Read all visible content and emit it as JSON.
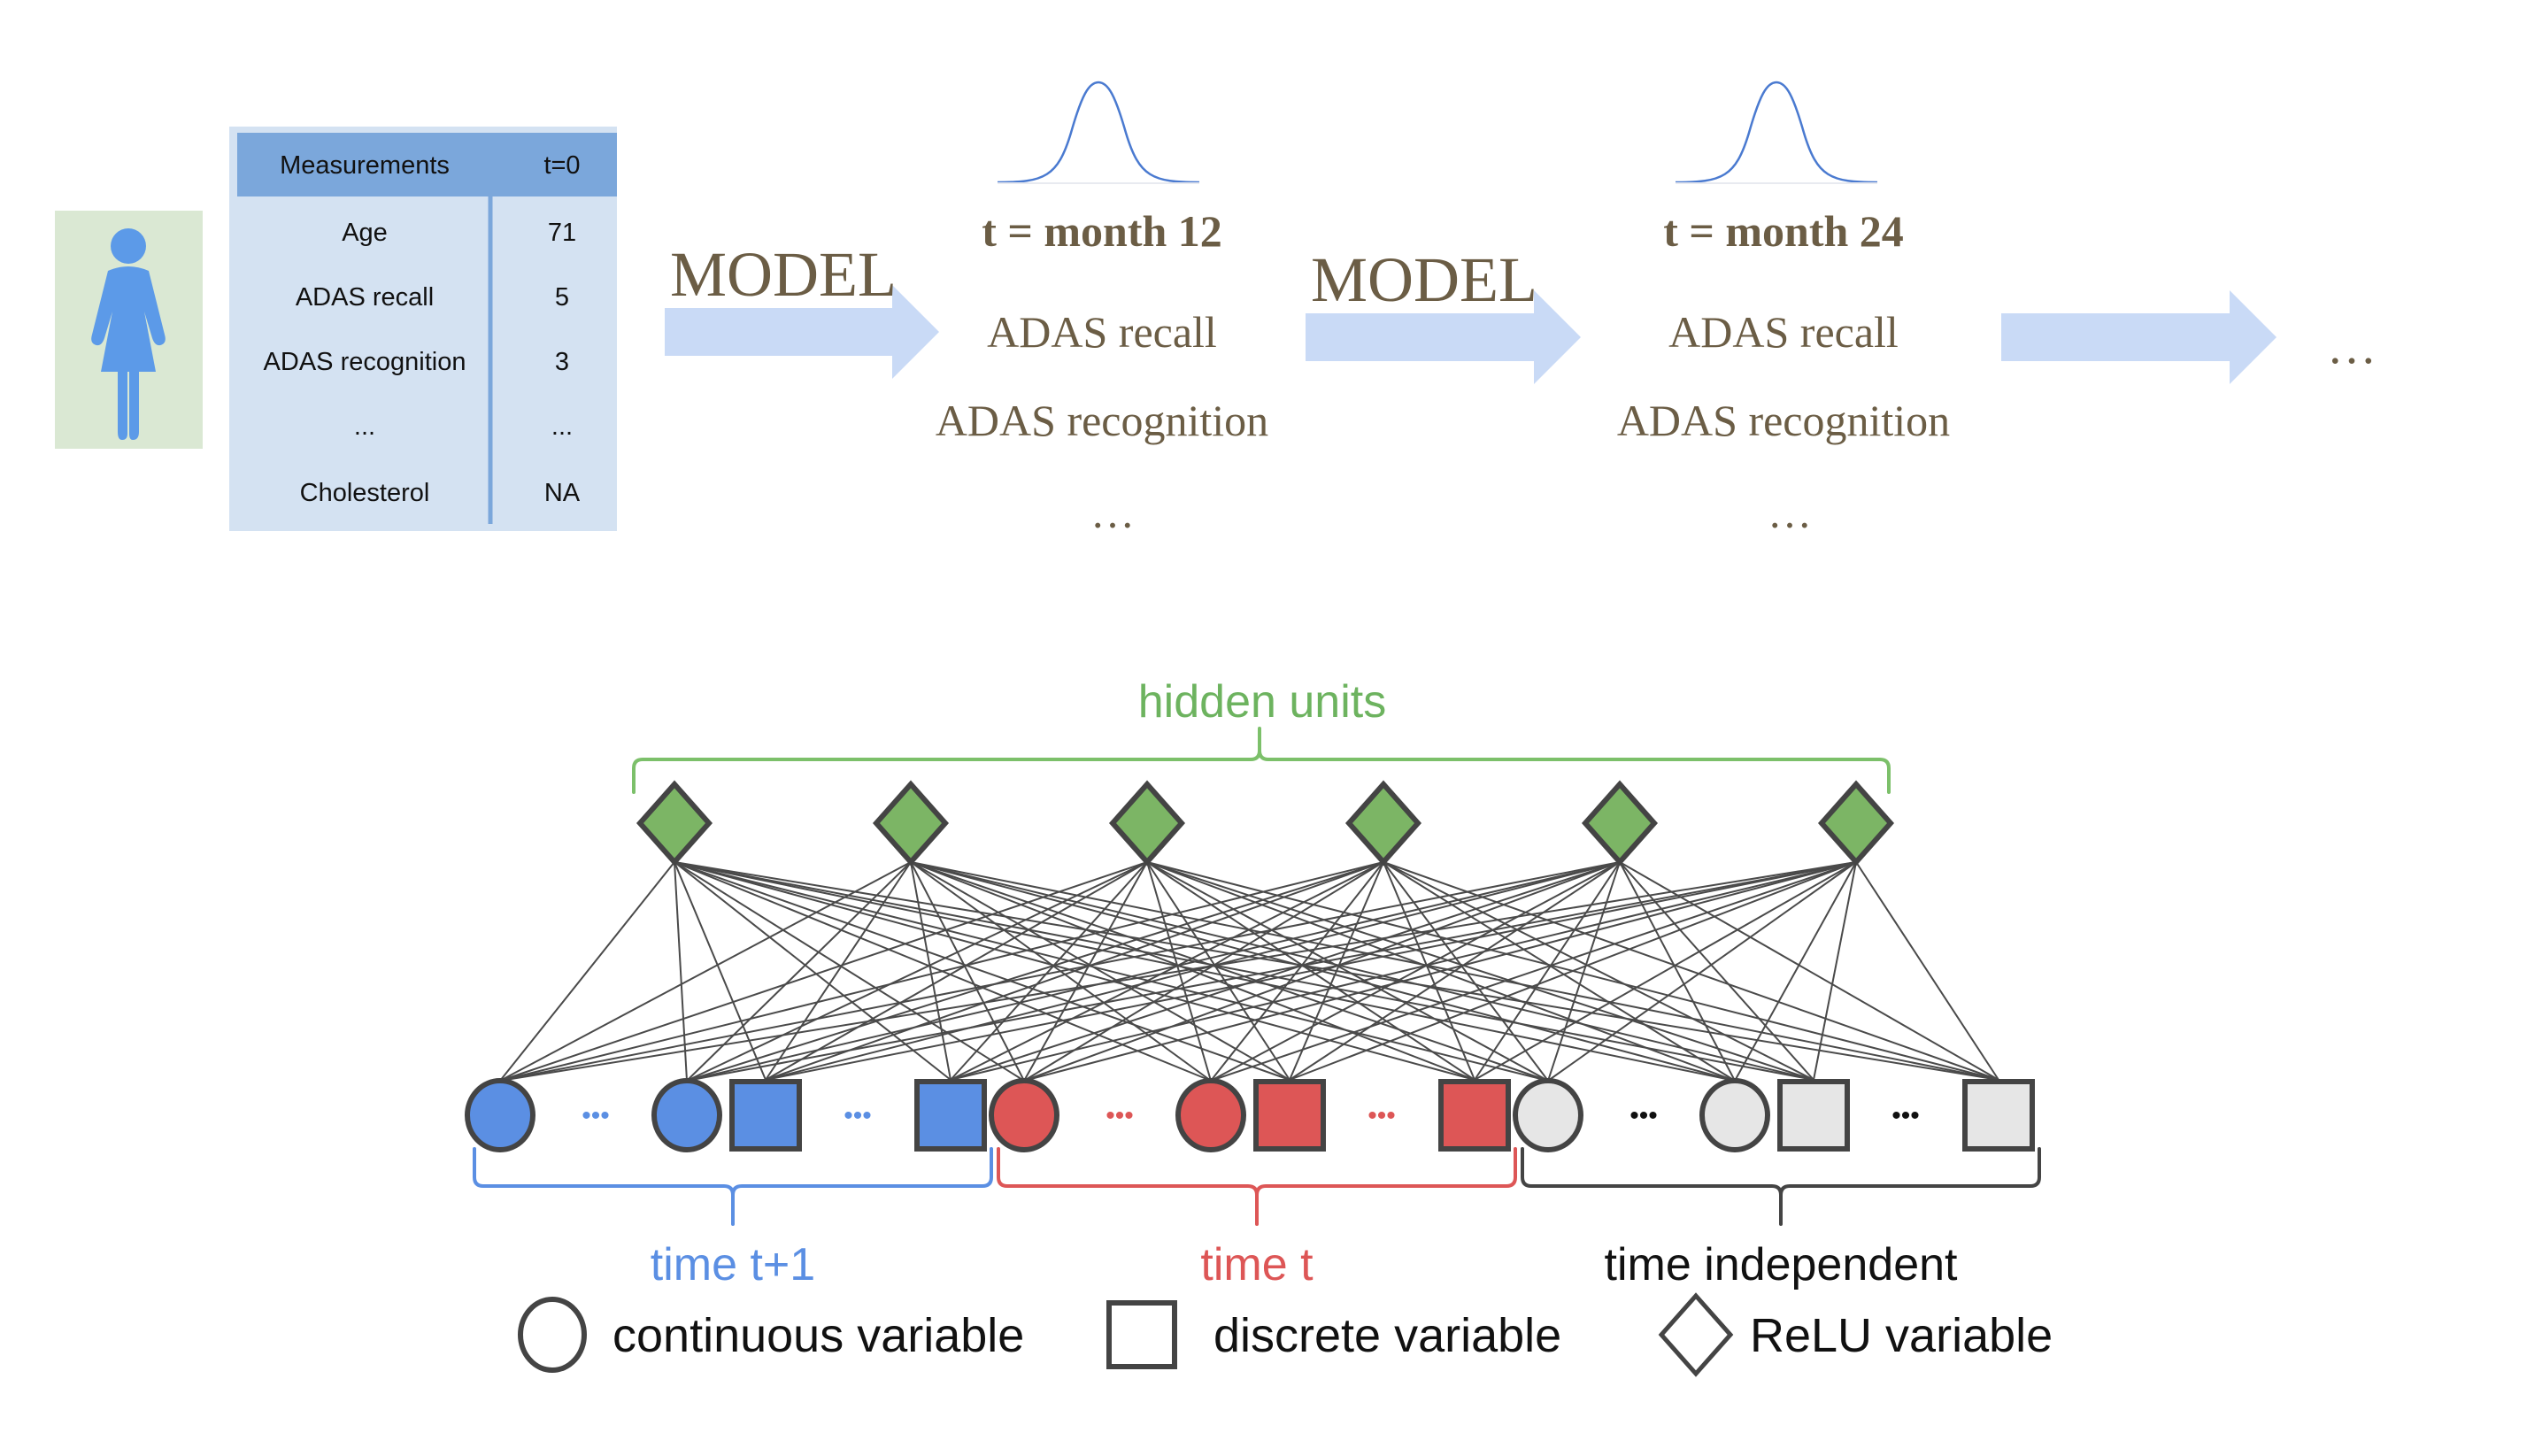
{
  "patient": {
    "icon": "person-female-icon",
    "table": {
      "headers": [
        "Measurements",
        "t=0"
      ],
      "rows": [
        [
          "Age",
          "71"
        ],
        [
          "ADAS recall",
          "5"
        ],
        [
          "ADAS recognition",
          "3"
        ],
        [
          "...",
          "..."
        ],
        [
          "Cholesterol",
          "NA"
        ]
      ]
    }
  },
  "flow": {
    "model_label": "MODEL",
    "steps": [
      {
        "title": "t = month 12",
        "items": [
          "ADAS recall",
          "ADAS recognition",
          "…"
        ],
        "icon": "gaussian-curve-icon"
      },
      {
        "title": "t = month 24",
        "items": [
          "ADAS recall",
          "ADAS recognition",
          "…"
        ],
        "icon": "gaussian-curve-icon"
      }
    ],
    "continuation": "…"
  },
  "network": {
    "hidden_label": "hidden units",
    "hidden_count": 6,
    "groups": [
      {
        "label": "time t+1",
        "color": "#5b8fe3",
        "label_color": "#5b8fe3",
        "dots_color": "#5b8fe3"
      },
      {
        "label": "time t",
        "color": "#dd5656",
        "label_color": "#dd5656",
        "dots_color": "#dd5656"
      },
      {
        "label": "time independent",
        "color": "#e6e6e6",
        "label_color": "#111111",
        "dots_color": "#111111"
      }
    ],
    "group_pattern": [
      "continuous",
      "continuous",
      "discrete",
      "discrete"
    ],
    "hidden_color": "#7cb565",
    "hidden_bracket_color": "#7cc06a",
    "ellipsis": "•••"
  },
  "legend": [
    {
      "shape": "circle",
      "label": "continuous variable"
    },
    {
      "shape": "square",
      "label": "discrete variable"
    },
    {
      "shape": "diamond",
      "label": "ReLU variable"
    }
  ],
  "colors": {
    "flow_text": "#6b5d45",
    "arrow": "#c9daf6",
    "table_header": "#7ba7db",
    "table_body": "#d4e2f2",
    "person_bg": "#dae8d3",
    "person": "#5c9ae8",
    "curve": "#4a7ad0"
  }
}
